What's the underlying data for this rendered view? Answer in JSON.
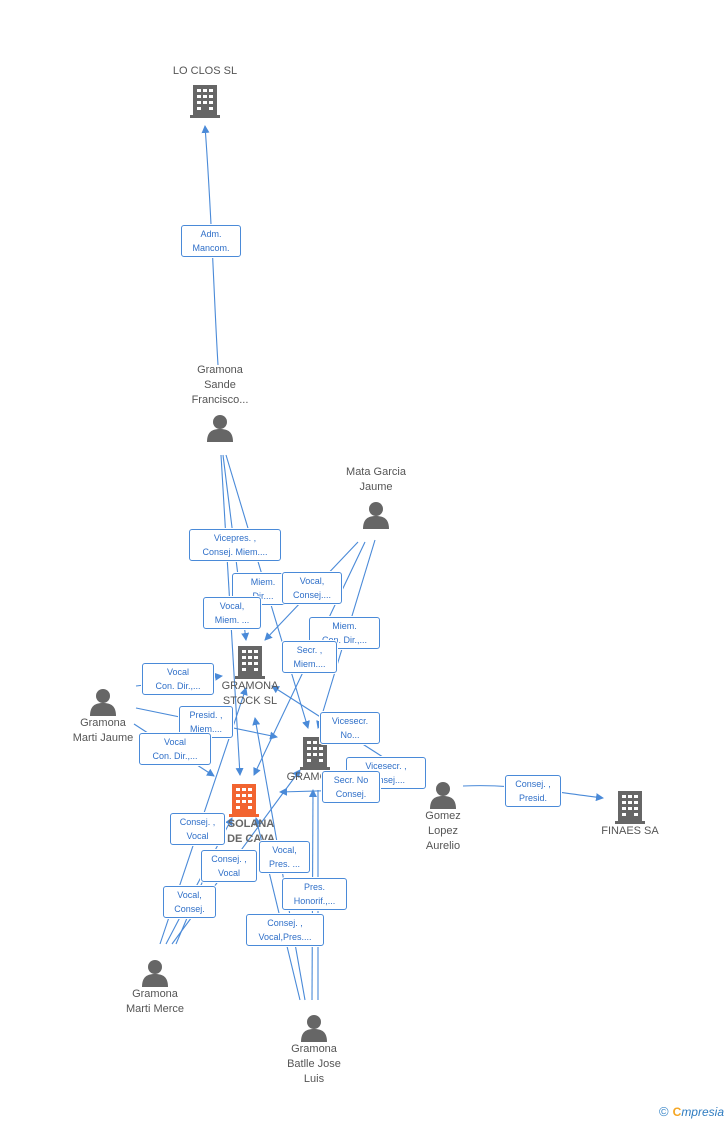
{
  "companies": [
    {
      "id": "lo-clos",
      "name": "LO CLOS SL",
      "color": "#666666"
    },
    {
      "id": "gramona-stock",
      "name": "GRAMONA\nSTOCK SL",
      "color": "#666666"
    },
    {
      "id": "gramona",
      "name": "GRAMONA",
      "color": "#666666"
    },
    {
      "id": "solana",
      "name": "SOLANA\nDE CAVA",
      "color": "#f26430"
    },
    {
      "id": "finaes",
      "name": "FINAES SA",
      "color": "#666666"
    }
  ],
  "persons": [
    {
      "id": "sande",
      "name": "Gramona\nSande\nFrancisco..."
    },
    {
      "id": "mata",
      "name": "Mata Garcia\nJaume"
    },
    {
      "id": "jaume",
      "name": "Gramona\nMarti Jaume"
    },
    {
      "id": "gomez",
      "name": "Gomez\nLopez\nAurelio"
    },
    {
      "id": "merce",
      "name": "Gramona\nMarti Merce"
    },
    {
      "id": "batlle",
      "name": "Gramona\nBatlle Jose\nLuis"
    }
  ],
  "relations": [
    {
      "id": "r1",
      "label": "Adm.\nMancom."
    },
    {
      "id": "r2",
      "label": "Vicepres. ,\nConsej. Miem...."
    },
    {
      "id": "r3",
      "label": "Miem.\nDir...."
    },
    {
      "id": "r4",
      "label": "Vocal,\nConsej...."
    },
    {
      "id": "r5",
      "label": "Vocal,\nMiem. ..."
    },
    {
      "id": "r6",
      "label": "Miem.\nCon. Dir.,..."
    },
    {
      "id": "r7",
      "label": "Secr. ,\nMiem...."
    },
    {
      "id": "r8",
      "label": "Vocal\nCon. Dir.,..."
    },
    {
      "id": "r9",
      "label": "Presid. ,\nMiem...."
    },
    {
      "id": "r10",
      "label": "Vocal\nCon. Dir.,..."
    },
    {
      "id": "r11",
      "label": "Vicesecr.\nNo..."
    },
    {
      "id": "r12",
      "label": "Vicesecr. ,\nConsej...."
    },
    {
      "id": "r13",
      "label": "Secr. No\nConsej."
    },
    {
      "id": "r14",
      "label": "Consej. ,\nPresid."
    },
    {
      "id": "r15",
      "label": "Consej. ,\nVocal"
    },
    {
      "id": "r16",
      "label": "Vocal,\nPres. ..."
    },
    {
      "id": "r17",
      "label": "Consej. ,\nVocal"
    },
    {
      "id": "r18",
      "label": "Pres.\nHonorif.,..."
    },
    {
      "id": "r19",
      "label": "Vocal,\nConsej."
    },
    {
      "id": "r20",
      "label": "Consej. ,\nVocal,Pres...."
    }
  ],
  "footer": {
    "copyright": "©",
    "brand_initial": "C",
    "brand_rest": "mpresia"
  },
  "colors": {
    "line": "#4a8ad8",
    "node_gray": "#666666",
    "focus": "#f26430"
  }
}
